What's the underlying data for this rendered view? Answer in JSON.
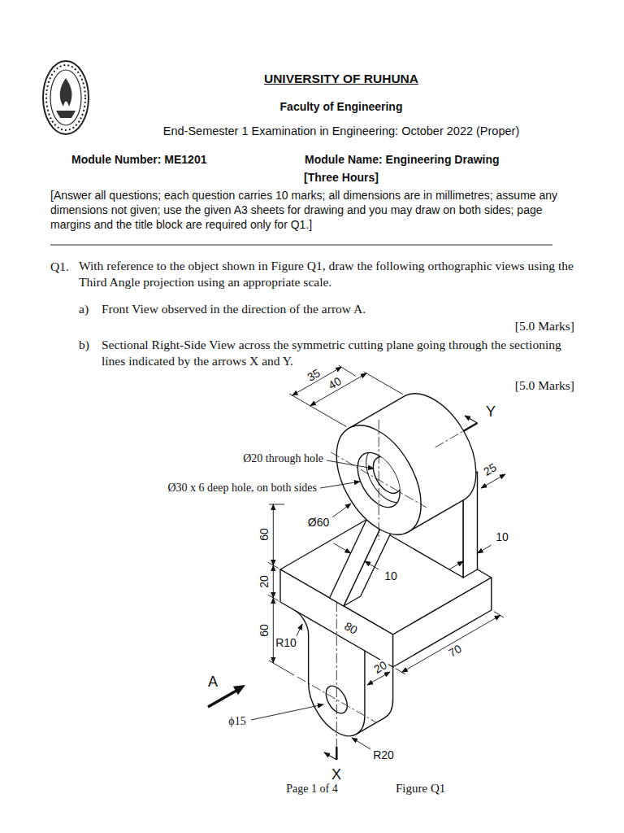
{
  "diagram": {
    "title": "UNIVERSITY OF RUHUNA",
    "caption": "Figure Q1",
    "labels": [
      "Faculty of Engineering",
      "End-Semester 1 Examination in Engineering: October 2022 (Proper)",
      "Module Number: ME1201",
      "Module Name: Engineering Drawing",
      "[Three Hours]",
      "[Answer all questions; each question carries 10 marks; all dimensions are in millimetres; assume any dimensions not given; use the given A3 sheets for drawing and you may draw on both sides; page margins and the title block are required only for Q1.]",
      "Q1.",
      "With reference to the object shown in Figure Q1, draw the following orthographic views using the Third Angle projection using an appropriate scale.",
      "a)",
      "Front View observed in the direction of the arrow A.",
      "[5.0 Marks]",
      "b)",
      "Sectional Right-Side View across the symmetric cutting plane going through the sectioning lines indicated by the arrows X and Y.",
      "[5.0 Marks]",
      "35",
      "40",
      "Ø20 through hole",
      "Ø30 x 6 deep hole, on both sides",
      "25",
      "Ø60",
      "10",
      "60",
      "10",
      "20",
      "R10",
      "80",
      "70",
      "60",
      "20",
      "A",
      "ϕ15",
      "R20",
      "X",
      "Y",
      "Page 1 of 4"
    ]
  }
}
